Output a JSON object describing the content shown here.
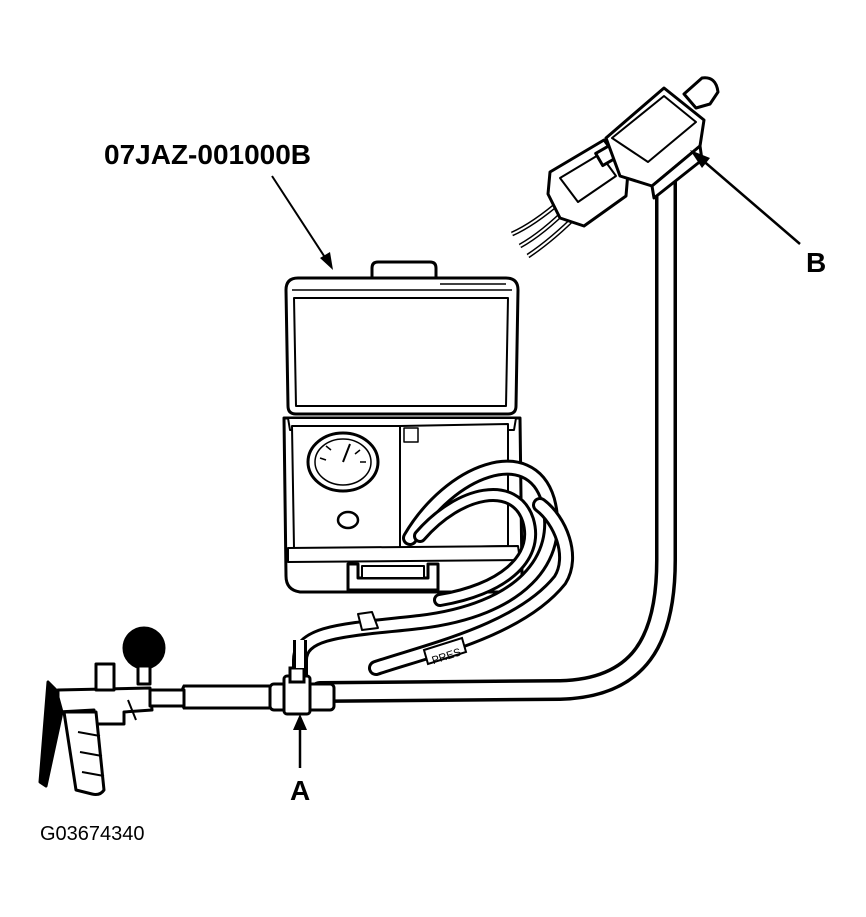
{
  "diagram": {
    "tool_number": "07JAZ-001000B",
    "callout_a": "A",
    "callout_b": "B",
    "hose_label": "PRES",
    "figure_id": "G03674340"
  }
}
